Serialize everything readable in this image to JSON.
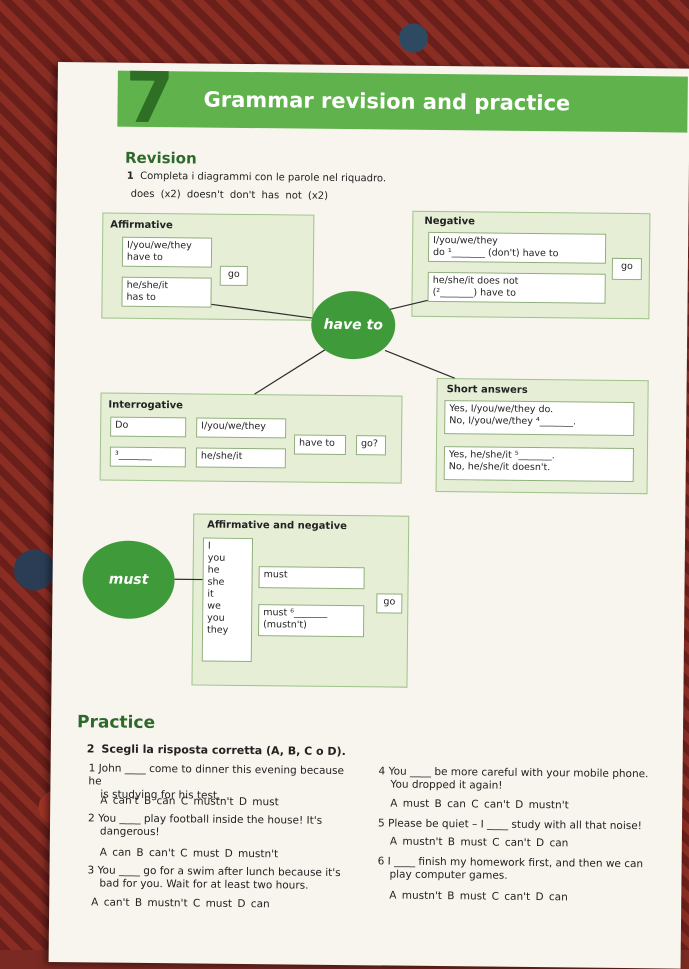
{
  "unit": {
    "number": "7",
    "title": "Grammar revision and practice"
  },
  "revision": {
    "heading": "Revision",
    "ex1": {
      "number": "1",
      "instruction": "Completa i diagrammi con le parole nel riquadro."
    },
    "word_bank": "does (x2)   doesn't   don't   has   not (x2)"
  },
  "have_to": {
    "center": "have to",
    "affirmative": {
      "title": "Affirmative",
      "line1": "I/you/we/they",
      "line1b": "have to",
      "line2": "he/she/it",
      "line2b": "has to",
      "verb": "go"
    },
    "negative": {
      "title": "Negative",
      "line1": "I/you/we/they",
      "line1b": "do ¹_______ (don't) have to",
      "line2": "he/she/it does not",
      "line2b": "(²_______) have to",
      "verb": "go"
    },
    "interrogative": {
      "title": "Interrogative",
      "do": "Do",
      "blank3": "³_______",
      "subj1": "I/you/we/they",
      "subj2": "he/she/it",
      "have_to": "have to",
      "go": "go?"
    },
    "short_answers": {
      "title": "Short answers",
      "a1": "Yes, I/you/we/they do.",
      "a2": "No, I/you/we/they ⁴_______.",
      "a3": "Yes, he/she/it ⁵_______.",
      "a4": "No, he/she/it doesn't."
    }
  },
  "must": {
    "center": "must",
    "title": "Affirmative and negative",
    "subjects": [
      "I",
      "you",
      "he",
      "she",
      "it",
      "we",
      "you",
      "they"
    ],
    "aff": "must",
    "neg": "must ⁶_______",
    "neg2": "(mustn't)",
    "verb": "go"
  },
  "practice": {
    "heading": "Practice",
    "ex2": {
      "number": "2",
      "instruction": "Scegli la risposta corretta (A, B, C o D)."
    },
    "questions": [
      {
        "q": "1 John ____ come to dinner this evening because he",
        "q2": "is studying for his test.",
        "opts": "A can't      B can      C mustn't   D must"
      },
      {
        "q": "2 You ____ play football inside the house! It's",
        "q2": "dangerous!",
        "opts": "A can      B can't      C must      D mustn't"
      },
      {
        "q": "3 You ____ go for a swim after lunch because it's",
        "q2": "bad for you. Wait for at least two hours.",
        "opts": "A can't      B mustn't  C must      D can"
      },
      {
        "q": "4 You ____ be more careful with your mobile phone.",
        "q2": "You dropped it again!",
        "opts": "A must      B can      C can't      D mustn't"
      },
      {
        "q": "5 Please be quiet – I ____ study with all that noise!",
        "q2": "",
        "opts": "A mustn't   B must    C can't      D can"
      },
      {
        "q": "6 I ____ finish my homework first, and then we can",
        "q2": "play computer games.",
        "opts": "A mustn't   B must    C can't      D can"
      }
    ]
  }
}
